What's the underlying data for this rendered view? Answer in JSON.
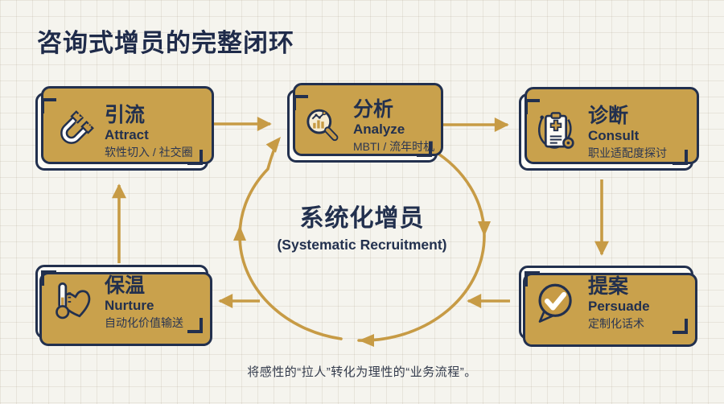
{
  "title": "咨询式增员的完整闭环",
  "center": {
    "zh": "系统化增员",
    "en": "(Systematic Recruitment)"
  },
  "caption": "将感性的“拉人”转化为理性的“业务流程”。",
  "nodes": [
    {
      "id": "attract",
      "zh": "引流",
      "en": "Attract",
      "desc": "软性切入 / 社交圈",
      "icon": "magnet-icon"
    },
    {
      "id": "analyze",
      "zh": "分析",
      "en": "Analyze",
      "desc": "MBTI / 流年时机",
      "icon": "magnifier-chart-icon"
    },
    {
      "id": "consult",
      "zh": "诊断",
      "en": "Consult",
      "desc": "职业适配度探讨",
      "icon": "clipboard-stethoscope-icon"
    },
    {
      "id": "persuade",
      "zh": "提案",
      "en": "Persuade",
      "desc": "定制化话术",
      "icon": "chat-check-icon"
    },
    {
      "id": "nurture",
      "zh": "保温",
      "en": "Nurture",
      "desc": "自动化价值输送",
      "icon": "heart-thermometer-icon"
    }
  ],
  "flow": "attract → analyze → consult → persuade → nurture → attract (clockwise loop)",
  "colors": {
    "navy": "#22304e",
    "gold": "#c79b45",
    "background": "#f5f4ee",
    "card": "#fdfcf6"
  }
}
